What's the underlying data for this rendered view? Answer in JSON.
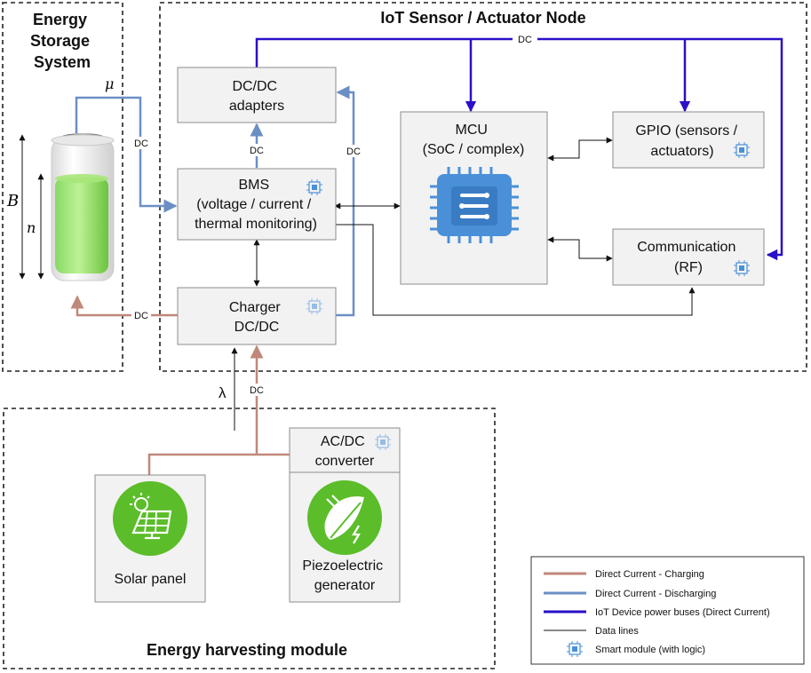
{
  "groups": {
    "storage": [
      "Energy",
      "Storage",
      "System"
    ],
    "iot": "IoT Sensor / Actuator Node",
    "harvest": "Energy harvesting module"
  },
  "boxes": {
    "dcdc_adapters": [
      "DC/DC",
      "adapters"
    ],
    "bms": [
      "BMS",
      "(voltage / current /",
      "thermal monitoring)"
    ],
    "charger": [
      "Charger",
      "DC/DC"
    ],
    "mcu": [
      "MCU",
      "(SoC / complex)"
    ],
    "gpio": [
      "GPIO (sensors /",
      "actuators)"
    ],
    "comm": [
      "Communication",
      "(RF)"
    ],
    "acdc": [
      "AC/DC",
      "converter"
    ],
    "solar": "Solar panel",
    "piezo": [
      "Piezoelectric",
      "generator"
    ]
  },
  "labels": {
    "dc": "DC",
    "mu": "μ",
    "lambda": "λ",
    "B": "B",
    "n": "n"
  },
  "legend": {
    "items": [
      {
        "label": "Direct Current - Charging",
        "color": "#c0887a"
      },
      {
        "label": "Direct Current - Discharging",
        "color": "#6b8fc4"
      },
      {
        "label": "IoT Device power buses (Direct Current)",
        "color": "#2a10c8"
      },
      {
        "label": "Data lines",
        "color": "#111111"
      },
      {
        "label": "Smart module (with logic)",
        "color": "#4a90d9"
      }
    ]
  },
  "colors": {
    "charging": "#c0887a",
    "discharging": "#6b8fc4",
    "power_bus": "#2a10c8",
    "data": "#111111",
    "chip": "#4a90d9",
    "green": "#5bbd2a"
  }
}
